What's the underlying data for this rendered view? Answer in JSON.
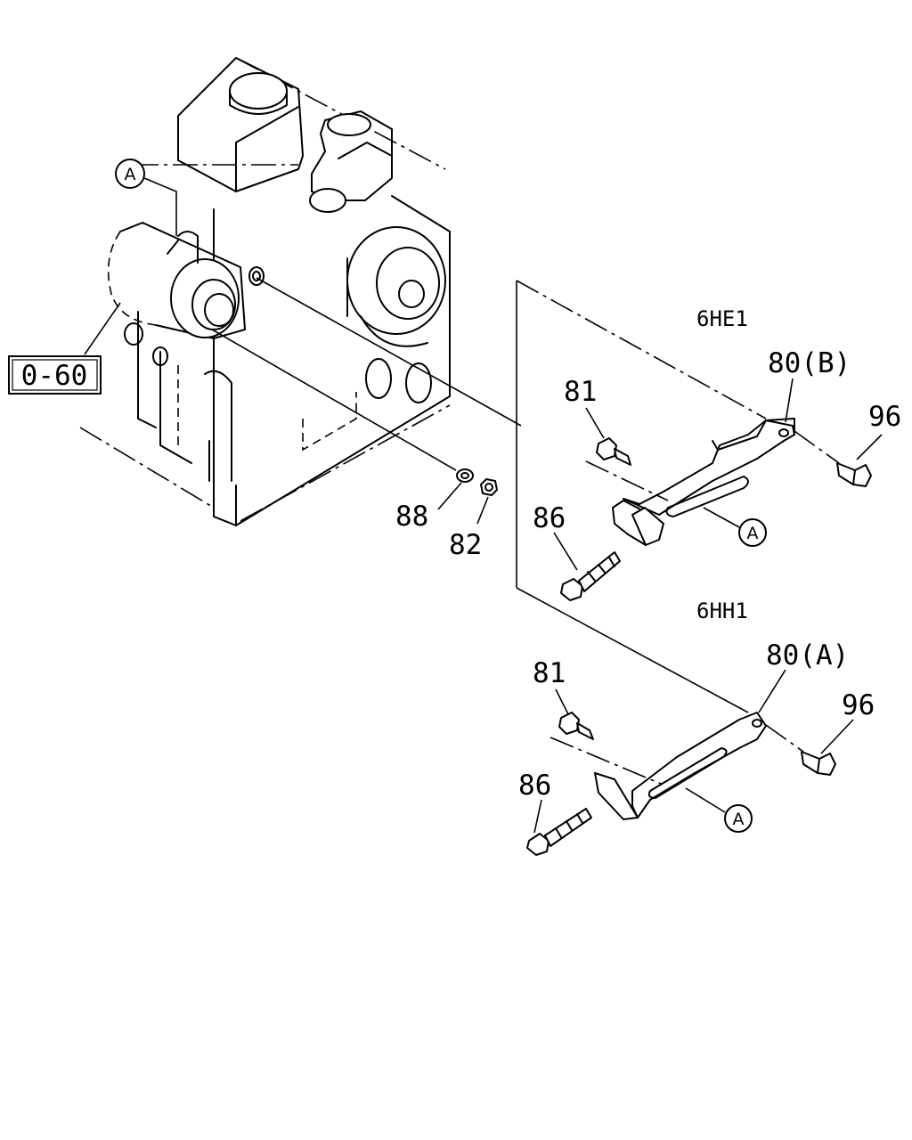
{
  "callouts": {
    "ref_box": "0-60",
    "a_top": "A",
    "a_upper": "A",
    "a_lower": "A",
    "p88": "88",
    "p82": "82"
  },
  "upper_group": {
    "model": "6HE1",
    "bracket": "80(B)",
    "p81": "81",
    "p86": "86",
    "p96": "96"
  },
  "lower_group": {
    "model": "6HH1",
    "bracket": "80(A)",
    "p81": "81",
    "p86": "86",
    "p96": "96"
  }
}
